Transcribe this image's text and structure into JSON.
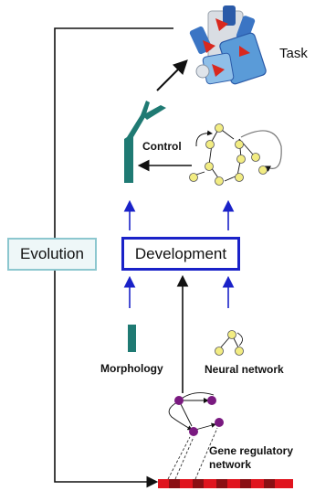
{
  "labels": {
    "task": "Task",
    "control": "Control",
    "evolution": "Evolution",
    "development": "Development",
    "morphology": "Morphology",
    "neural_network": "Neural network",
    "gene_line1": "Gene regulatory",
    "gene_line2": "network"
  },
  "colors": {
    "teal": "#1f7a73",
    "blue_arrow": "#1a22c8",
    "node_yellow": "#f2ec82",
    "node_purple": "#7a1a80",
    "gene_red": "#e0141e",
    "gene_dark": "#8a0f14",
    "evolution_border": "#8cc7cf"
  },
  "icons": {
    "task": "robot-hand-icon"
  }
}
